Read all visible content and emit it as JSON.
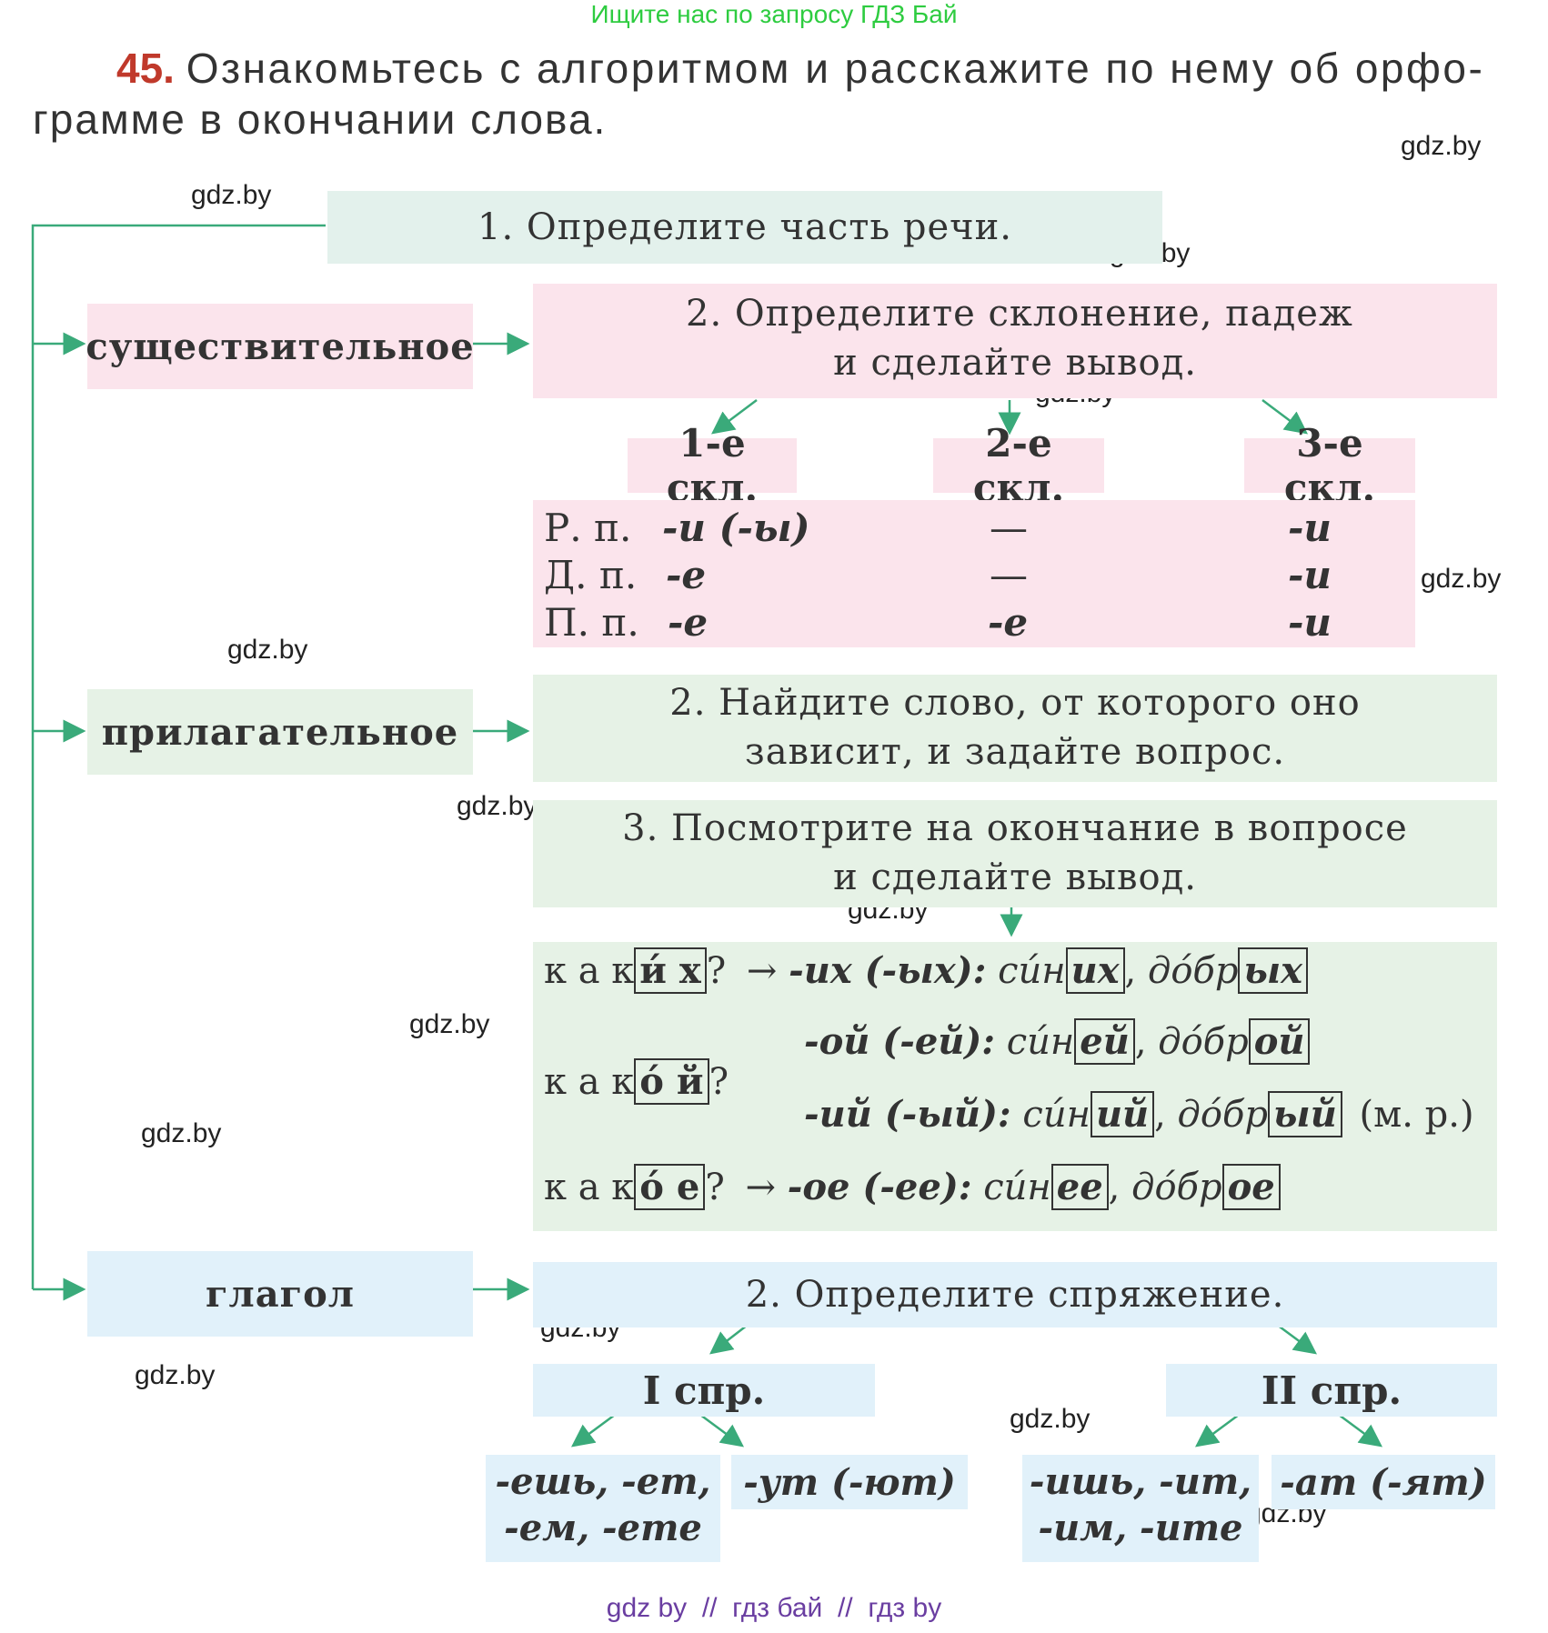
{
  "header": {
    "top_link": "Ищите нас по запросу ГДЗ Бай",
    "task_number": "45.",
    "task_text_line1": "Ознакомьтесь с алгоритмом и расскажите по нему об орфо-",
    "task_text_line2": "грамме в окончании слова."
  },
  "watermark": "gdz.by",
  "footer": "gdz by  //  гдз бай  //  гдз by",
  "step1": "1. Определите часть речи.",
  "noun": {
    "label": "существительное",
    "step2_line1": "2. Определите склонение, падеж",
    "step2_line2": "и сделайте вывод.",
    "declensions": [
      "1-е скл.",
      "2-е скл.",
      "3-е скл."
    ],
    "cases": [
      {
        "case": "Р. п.",
        "d1": "-и (-ы)",
        "d2": "—",
        "d3": "-и"
      },
      {
        "case": "Д. п.",
        "d1": "-е",
        "d2": "—",
        "d3": "-и"
      },
      {
        "case": "П. п.",
        "d1": "-е",
        "d2": "-е",
        "d3": "-и"
      }
    ]
  },
  "adjective": {
    "label": "прилагательное",
    "step2_line1": "2. Найдите слово, от которого оно",
    "step2_line2": "зависит, и задайте вопрос.",
    "step3_line1": "3. Посмотрите на окончание в вопросе",
    "step3_line2": "и сделайте вывод.",
    "q1_pre": "к а к",
    "q1_box": "и́ х",
    "q1_q": "?",
    "r1": "-их (-ых):",
    "r1_w1a": "си́н",
    "r1_w1b": "их",
    "r1_w2a": "до́бр",
    "r1_w2b": "ых",
    "q2_pre": "к а к",
    "q2_box": "о́ й",
    "q2_q": "?",
    "r2": "-ой (-ей):",
    "r2_w1a": "си́н",
    "r2_w1b": "ей",
    "r2_w2a": "до́бр",
    "r2_w2b": "ой",
    "r3": "-ий (-ый):",
    "r3_w1a": "си́н",
    "r3_w1b": "ий",
    "r3_w2a": "до́бр",
    "r3_w2b": "ый",
    "r3_note": "(м. р.)",
    "q3_pre": "к а к",
    "q3_box": "о́ е",
    "q3_q": "?",
    "r4": "-ое (-ее):",
    "r4_w1a": "си́н",
    "r4_w1b": "ее",
    "r4_w2a": "до́бр",
    "r4_w2b": "ое",
    "arrow": "→",
    "comma": ","
  },
  "verb": {
    "label": "глагол",
    "step2": "2. Определите спряжение.",
    "conj1": "I спр.",
    "conj2": "II спр.",
    "c1a_line1": "-ешь, -ет,",
    "c1a_line2": "-ем, -ете",
    "c1b": "-ут (-ют)",
    "c2a_line1": "-ишь, -ит,",
    "c2a_line2": "-им, -ите",
    "c2b": "-ат (-ят)"
  },
  "colors": {
    "accent_number": "#c0392b",
    "arrow": "#3aaa7a",
    "top_link": "#2ecc40",
    "footer": "#6a3ea1"
  }
}
